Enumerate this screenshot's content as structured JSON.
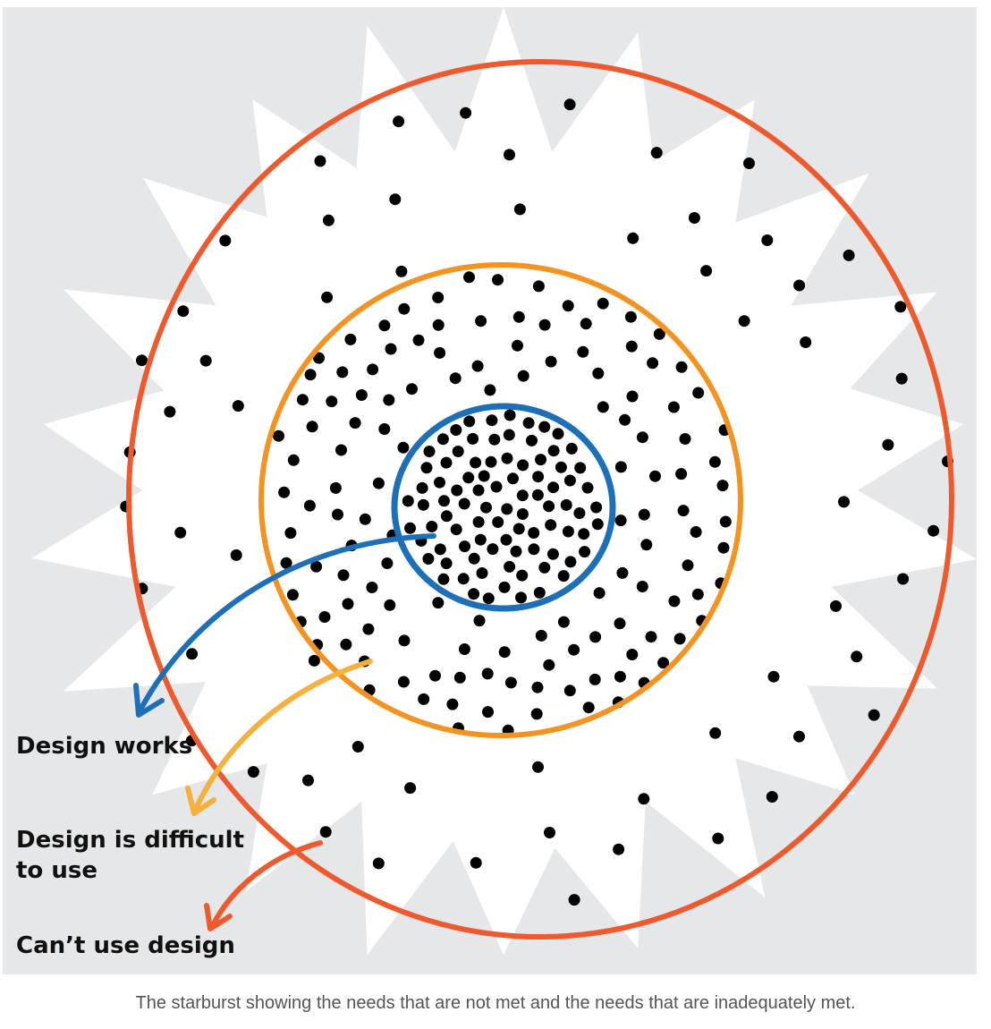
{
  "colors": {
    "background": "#e6e7e8",
    "starburst": "#ffffff",
    "outer_ring": "#ee5a2d",
    "middle_ring": "#f39322",
    "inner_ring": "#1d70b8",
    "arrow_blue": "#1d70b8",
    "arrow_yellow": "#f6b03c",
    "arrow_orange": "#ee5a2d",
    "dot": "#000000"
  },
  "labels": {
    "design_works": "Design works",
    "design_difficult": "Design is difficult\nto use",
    "cant_use": "Can’t use design"
  },
  "caption": "The starburst showing the needs that are not met and the needs that are inadequately met."
}
